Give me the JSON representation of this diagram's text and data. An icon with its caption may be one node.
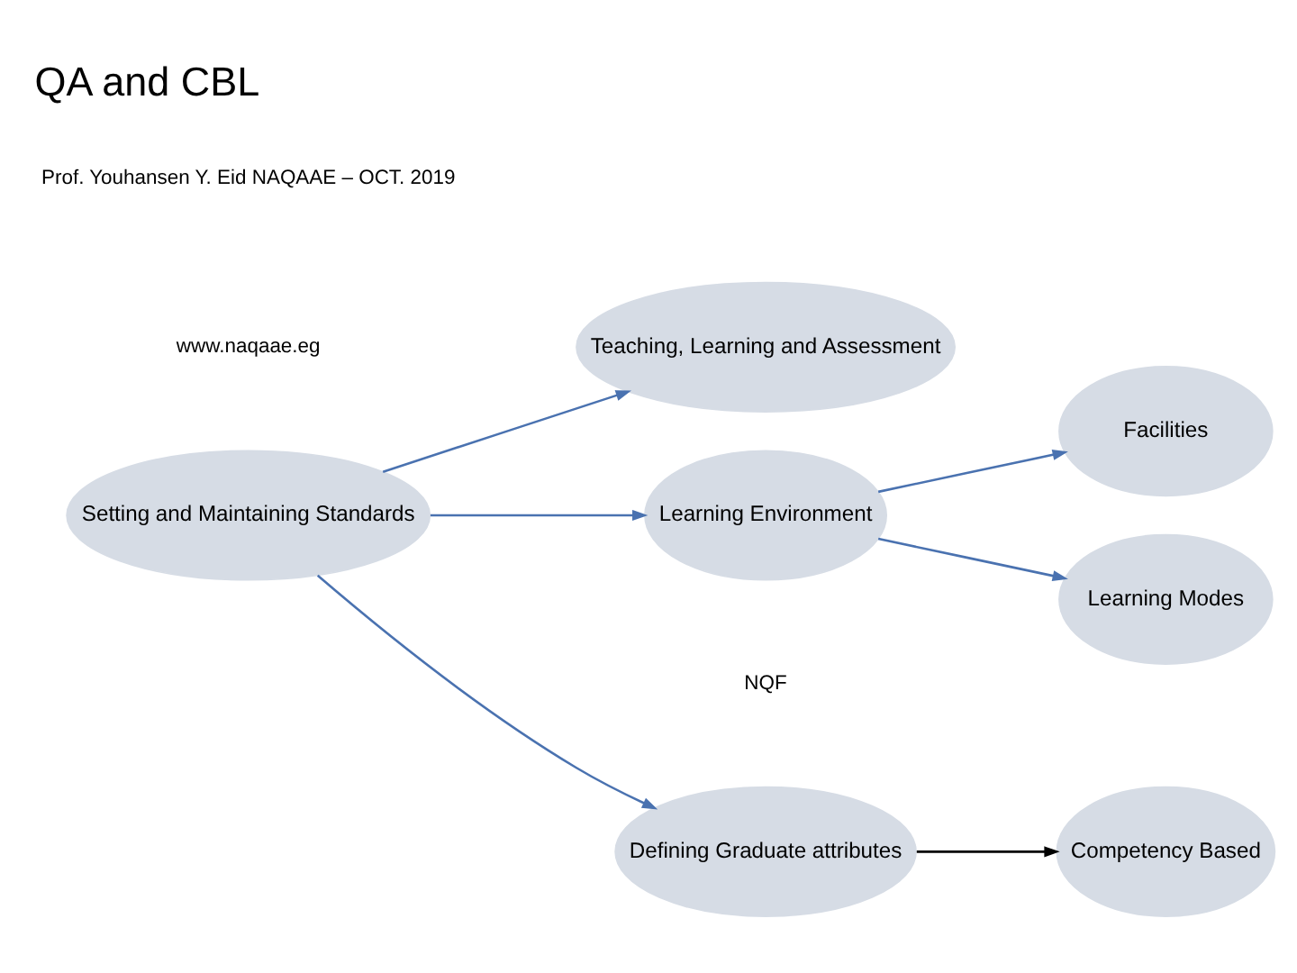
{
  "diagram": {
    "title": "QA and CBL",
    "nodes": [
      {
        "text": [
          "Setting and Maintaining Standards"
        ]
      },
      {
        "text": [
          "Defining Graduate attributes"
        ]
      },
      {
        "text": [
          "Teaching, Learning and Assessment"
        ]
      },
      {
        "text": [
          "Learning Environment"
        ]
      },
      {
        "text": [
          "Competency Based"
        ]
      },
      {
        "text": [
          "Learning Modes"
        ]
      },
      {
        "text": [
          "Facilities"
        ]
      }
    ],
    "edges": [
      {
        "from": 0,
        "to": 1,
        "arrow": "to"
      },
      {
        "from": 0,
        "to": 2,
        "arrow": "to"
      },
      {
        "from": 0,
        "to": 3,
        "arrow": "to"
      },
      {
        "from": 1,
        "to": 4,
        "arrow": "to",
        "color": "#000000"
      },
      {
        "from": 3,
        "to": 5,
        "arrow": "to"
      },
      {
        "from": 3,
        "to": 6,
        "arrow": "to"
      }
    ],
    "labels": [
      "NQF",
      "www.naqaae.eg",
      "Prof. Youhansen Y. Eid NAQAAE – OCT. 2019"
    ]
  }
}
